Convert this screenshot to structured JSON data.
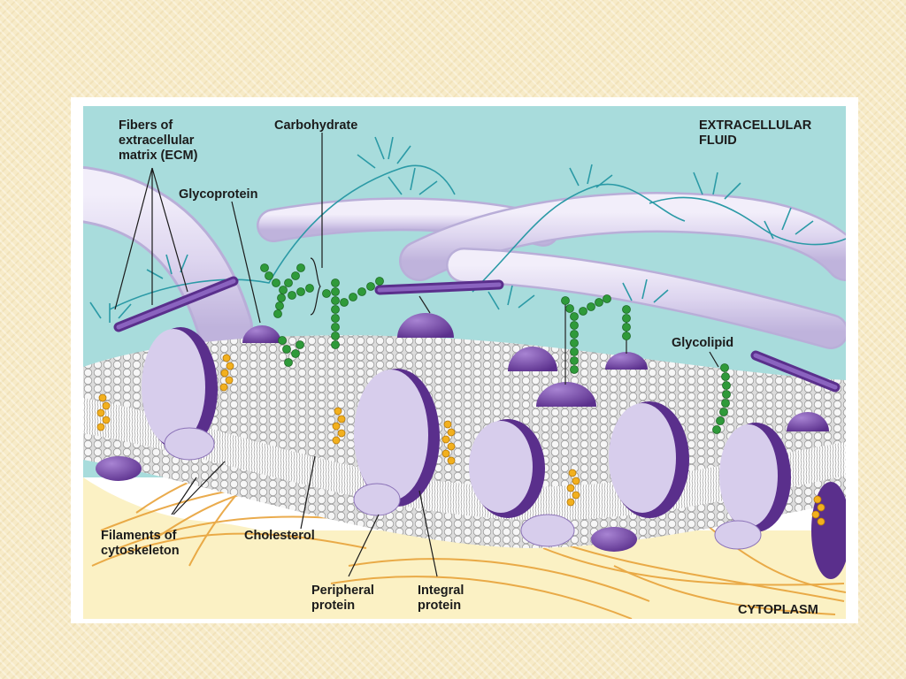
{
  "labels": {
    "fibers_ecm": [
      "Fibers of",
      "extracellular",
      "matrix (ECM)"
    ],
    "carbohydrate": "Carbohydrate",
    "extracellular_fluid": [
      "EXTRACELLULAR",
      "FLUID"
    ],
    "glycoprotein": "Glycoprotein",
    "glycolipid": "Glycolipid",
    "filaments": [
      "Filaments of",
      "cytoskeleton"
    ],
    "cholesterol": "Cholesterol",
    "peripheral": [
      "Peripheral",
      "protein"
    ],
    "integral": [
      "Integral",
      "protein"
    ],
    "cytoplasm": "CYTOPLASM"
  },
  "colors": {
    "extracellular": "#a8dcdc",
    "cytoplasm": "#fbf1c4",
    "protein_light": "#d7cdec",
    "protein_dark": "#6a3f9c",
    "carbohydrate": "#2f9a3a",
    "cholesterol": "#f2b01e",
    "filaments": "#e8a33a",
    "ecm_fiber": "#e4def4",
    "phospholipid_head": "#f3f3f3"
  }
}
